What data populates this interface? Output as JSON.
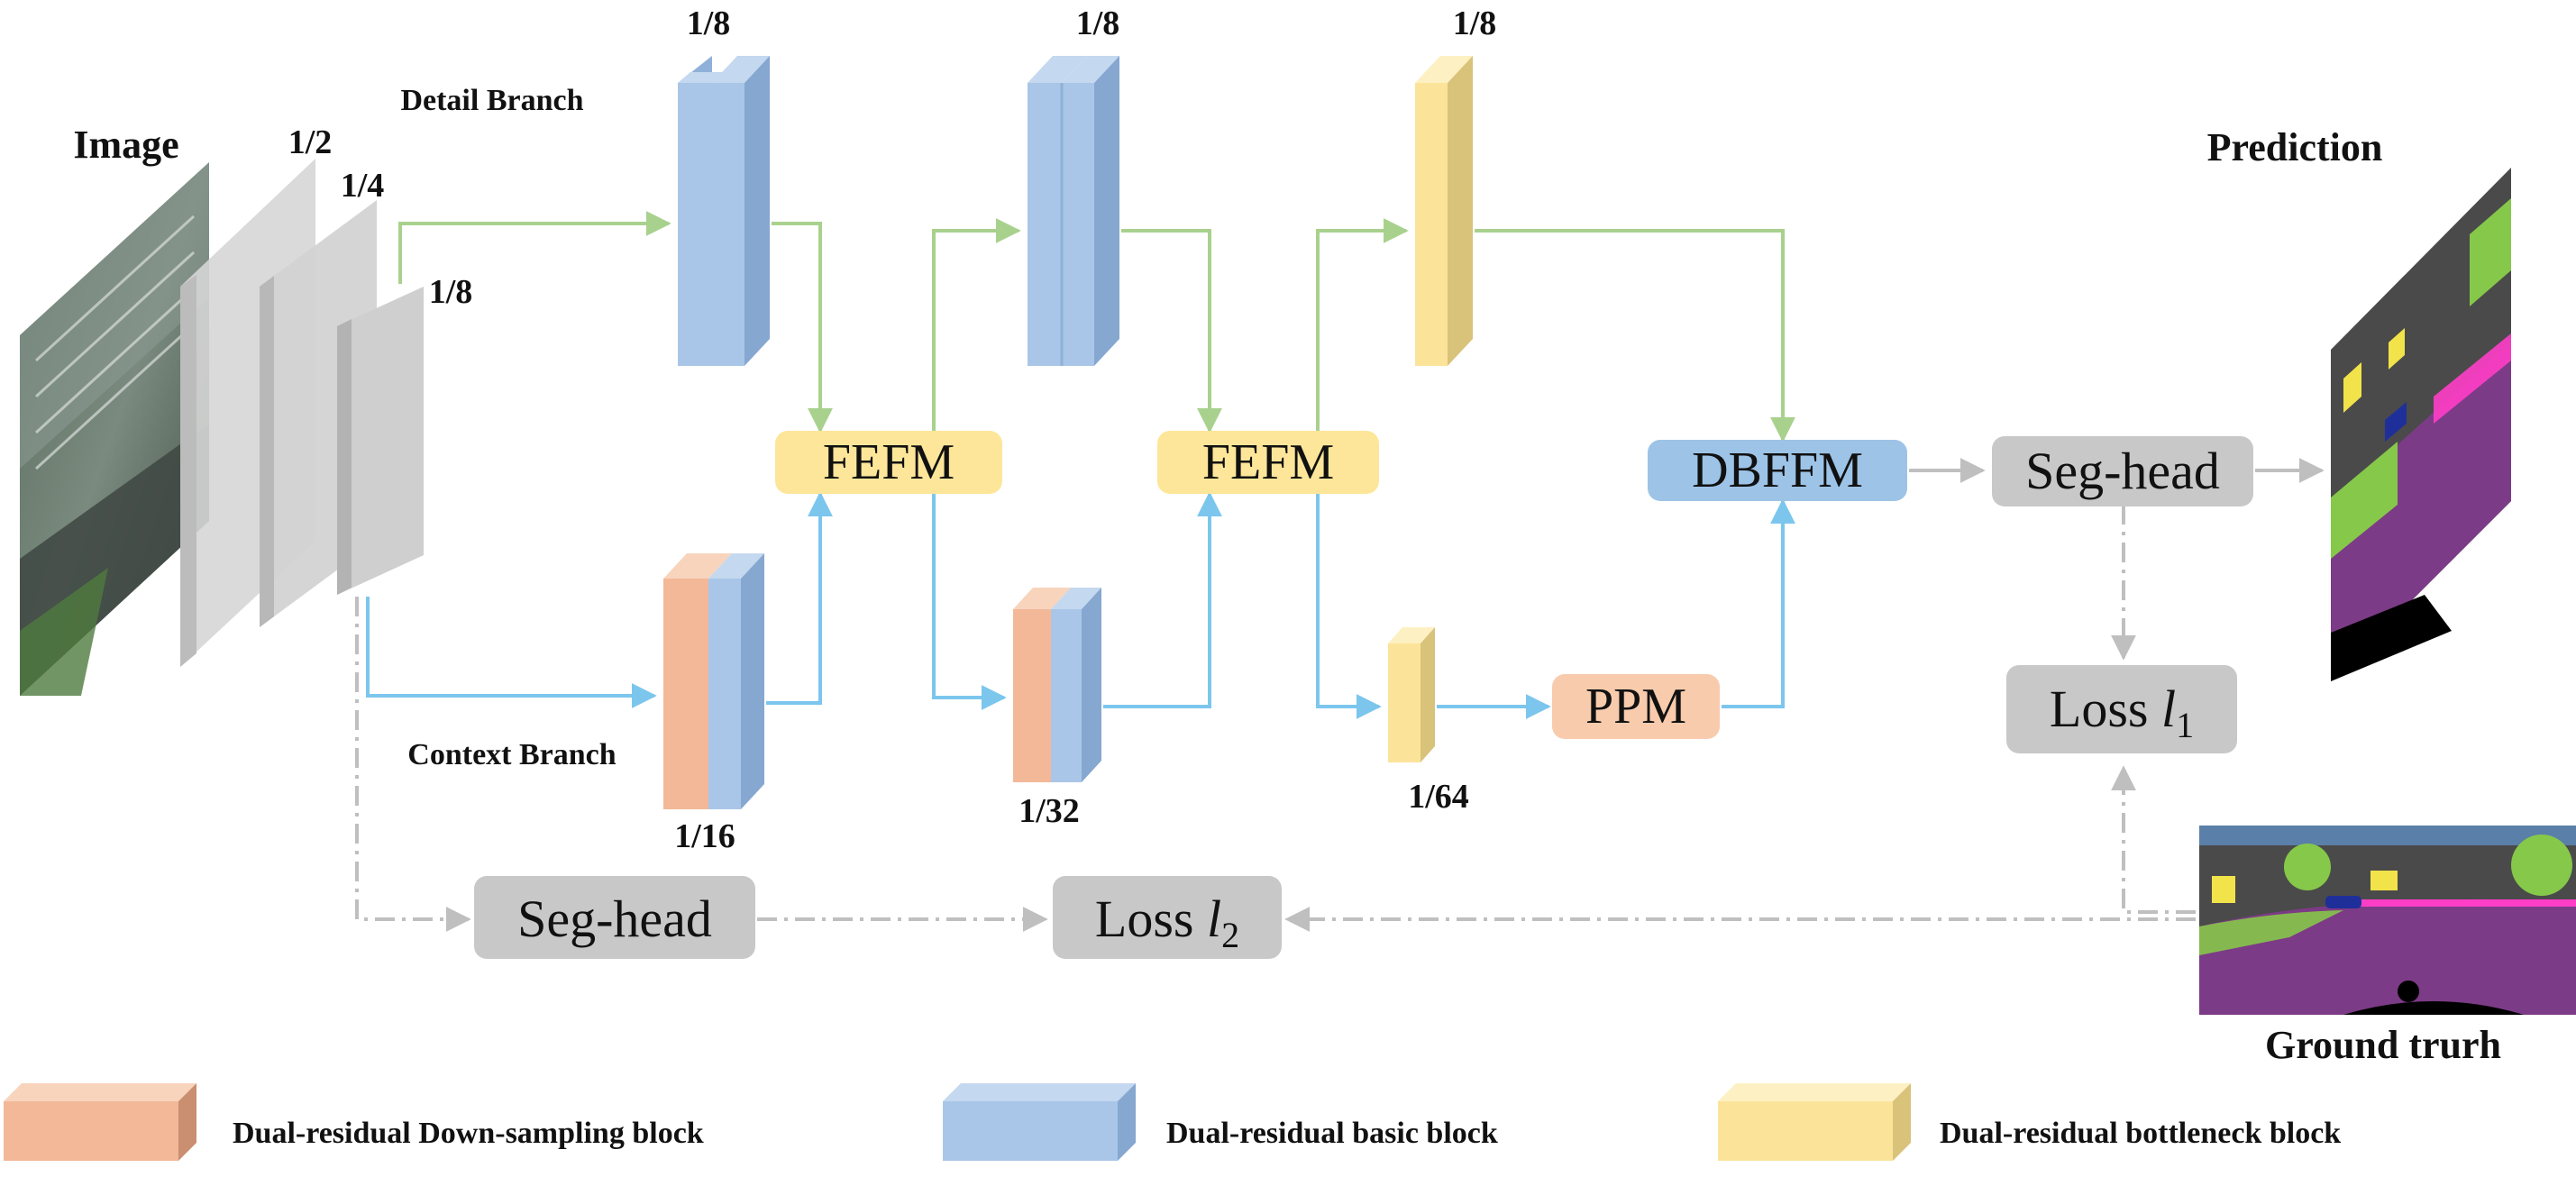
{
  "labels": {
    "image": "Image",
    "detail_branch": "Detail Branch",
    "context_branch": "Context Branch",
    "prediction": "Prediction",
    "ground_truth": "Ground trurh"
  },
  "scales": {
    "stem_half": "1/2",
    "stem_quarter": "1/4",
    "stem_eighth": "1/8",
    "detail_1": "1/8",
    "detail_2": "1/8",
    "detail_3": "1/8",
    "context_1": "1/16",
    "context_2": "1/32",
    "context_3": "1/64"
  },
  "modules": {
    "fefm_1": "FEFM",
    "fefm_2": "FEFM",
    "dbffm": "DBFFM",
    "ppm": "PPM",
    "seg_head_main": "Seg-head",
    "seg_head_aux": "Seg-head",
    "loss_1": {
      "text": "Loss ",
      "var": "l",
      "sub": "1"
    },
    "loss_2": {
      "text": "Loss ",
      "var": "l",
      "sub": "2"
    }
  },
  "legend": [
    {
      "label": "Dual-residual Down-sampling block",
      "color": "#f3b898"
    },
    {
      "label": "Dual-residual basic block",
      "color": "#a9c6e8"
    },
    {
      "label": "Dual-residual bottleneck block",
      "color": "#fbe49a"
    }
  ],
  "colors": {
    "detail_arrow": "#a9d18e",
    "context_arrow": "#7cc6ee",
    "gray_arrow": "#bfbfbf",
    "orange_block": "#f3b898",
    "blue_block": "#a9c6e8",
    "yellow_block": "#fbe49a",
    "gray_box": "#c8c8c8",
    "dbffm_box": "#9dc3e6",
    "ppm_box": "#f8cbad",
    "fefm_box": "#fde699",
    "segmentation_purple": "#7c3b86",
    "segmentation_gray": "#4a4a4a",
    "segmentation_green": "#86c84a"
  }
}
